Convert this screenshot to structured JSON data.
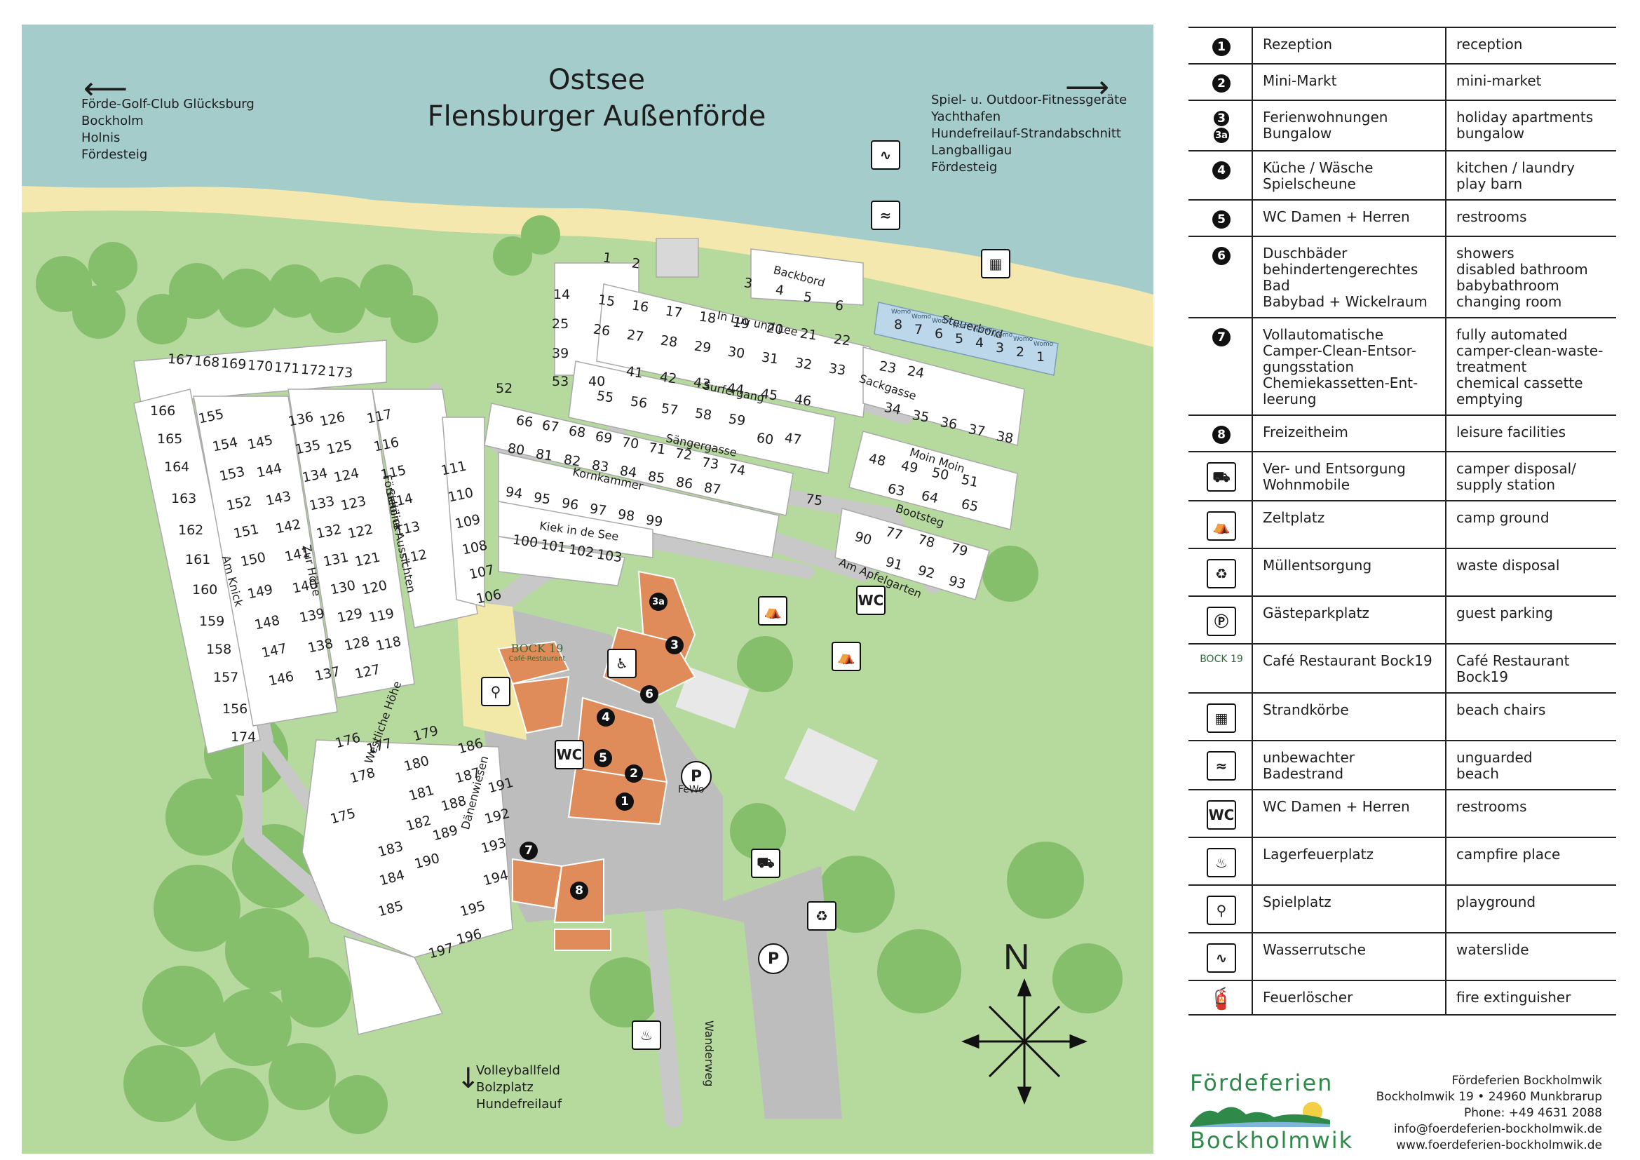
{
  "map": {
    "title_line1": "Ostsee",
    "title_line2": "Flensburger Außenförde",
    "left_destinations": [
      "Förde-Golf-Club Glücksburg",
      "Bockholm",
      "Holnis",
      "Fördesteig"
    ],
    "right_destinations": [
      "Spiel- u. Outdoor-Fitnessgeräte",
      "Yachthafen",
      "Hundefreilauf-Strandabschnitt",
      "Langballigau",
      "Fördesteig"
    ],
    "bottom_destinations": [
      "Volleyballfeld",
      "Bolzplatz",
      "Hundefreilauf"
    ],
    "compass_letter": "N",
    "streets": [
      "Backbord",
      "Steuerbord",
      "In Luv und Lee",
      "Surfergang",
      "Sackgasse",
      "Sängergasse",
      "Kornkammer",
      "Moin Moin",
      "Bootsteg",
      "Kiek in de See",
      "Am Apfelgarten",
      "Am Knick",
      "Zur Höhe",
      "Fördeblick",
      "Schöne Aussichten",
      "Westliche Höhe",
      "Dänenwiesen",
      "Wanderweg"
    ],
    "womo_label": "Womo",
    "womo_numbers": [
      "8",
      "7",
      "6",
      "5",
      "4",
      "3",
      "2",
      "1"
    ],
    "facility_numbers": [
      "1",
      "2",
      "3",
      "3a",
      "4",
      "5",
      "6",
      "7",
      "8"
    ],
    "parking_label": "P",
    "fewo_label": "FeWo",
    "wc_label": "WC",
    "cafe_label": "BOCK 19",
    "cafe_sub": "Café·Restaurant",
    "pitches": {
      "top_row": [
        "1",
        "2",
        "3",
        "4",
        "5",
        "6"
      ],
      "luv_row": [
        "15",
        "16",
        "17",
        "18",
        "19",
        "20",
        "21",
        "22"
      ],
      "luv_row2": [
        "26",
        "27",
        "28",
        "29",
        "30",
        "31",
        "32",
        "33"
      ],
      "surfer_row": [
        "41",
        "42",
        "43",
        "44",
        "45",
        "46"
      ],
      "surfer_row2": [
        "55",
        "56",
        "57",
        "58",
        "59",
        "60",
        "47"
      ],
      "saenger_row": [
        "66",
        "67",
        "68",
        "69",
        "70",
        "71",
        "72",
        "73",
        "74",
        "75"
      ],
      "korn_row": [
        "80",
        "81",
        "82",
        "83",
        "84",
        "85",
        "86",
        "87"
      ],
      "korn_row2": [
        "94",
        "95",
        "96",
        "97",
        "98",
        "99"
      ],
      "kiek_row": [
        "100",
        "101",
        "102",
        "103"
      ],
      "left_col": [
        "14",
        "25",
        "39",
        "53",
        "40",
        "52"
      ],
      "east_a": [
        "23",
        "24",
        "34",
        "35",
        "36",
        "37",
        "38"
      ],
      "east_b": [
        "48",
        "49",
        "50",
        "51",
        "63",
        "64",
        "65"
      ],
      "east_c": [
        "90",
        "77",
        "78",
        "79",
        "91",
        "92",
        "93"
      ],
      "top_west": [
        "167",
        "168",
        "169",
        "170",
        "171",
        "172",
        "173"
      ],
      "far_west": [
        "166",
        "165",
        "164",
        "163",
        "162",
        "161",
        "160",
        "159",
        "158",
        "157",
        "156",
        "174"
      ],
      "west_inner": [
        "155",
        "154",
        "153",
        "152",
        "151",
        "150",
        "149",
        "148",
        "147",
        "146",
        "145",
        "144",
        "143",
        "142",
        "141",
        "140",
        "139",
        "138",
        "137"
      ],
      "mid_col": [
        "136",
        "135",
        "134",
        "133",
        "132",
        "131",
        "130",
        "129",
        "128",
        "127",
        "126",
        "125",
        "124",
        "123",
        "122",
        "121",
        "120",
        "119",
        "118"
      ],
      "right_col": [
        "117",
        "116",
        "115",
        "114",
        "113",
        "112",
        "111",
        "110",
        "109",
        "108",
        "107",
        "106"
      ],
      "south_loop": [
        "176",
        "177",
        "178",
        "175",
        "179",
        "180",
        "181",
        "182",
        "183",
        "184",
        "185",
        "186",
        "187",
        "188",
        "189",
        "190",
        "191",
        "192",
        "193",
        "194",
        "195",
        "196",
        "197"
      ]
    }
  },
  "legend": [
    {
      "icon": "badge",
      "badge": "1",
      "de": "Rezeption",
      "en": "reception"
    },
    {
      "icon": "badge",
      "badge": "2",
      "de": "Mini-Markt",
      "en": "mini-market"
    },
    {
      "icon": "badge-stack",
      "badge": "3",
      "badge2": "3a",
      "de": "Ferienwohnungen\nBungalow",
      "en": "holiday apartments\nbungalow"
    },
    {
      "icon": "badge",
      "badge": "4",
      "de": "Küche / Wäsche\nSpielscheune",
      "en": "kitchen /  laundry\nplay barn"
    },
    {
      "icon": "badge",
      "badge": "5",
      "de": "WC Damen + Herren",
      "en": "restrooms"
    },
    {
      "icon": "badge",
      "badge": "6",
      "de": "Duschbäder\nbehindertengerechtes Bad\nBabybad + Wickelraum",
      "en": "showers\ndisabled bathroom\nbabybathroom\nchanging room"
    },
    {
      "icon": "badge",
      "badge": "7",
      "de": "Vollautomatische\nCamper-Clean-Entsor-\ngungsstation\nChemiekassetten-Ent-\nleerung",
      "en": "fully automated\ncamper-clean-waste-\ntreatment\nchemical cassette\nemptying"
    },
    {
      "icon": "badge",
      "badge": "8",
      "de": "Freizeitheim",
      "en": "leisure facilities"
    },
    {
      "icon": "camper-icon",
      "glyph": "⛟",
      "de": "Ver- und Entsorgung\nWohnmobile",
      "en": "camper disposal/\nsupply station"
    },
    {
      "icon": "tent-icon",
      "glyph": "⛺",
      "de": "Zeltplatz",
      "en": "camp ground"
    },
    {
      "icon": "waste-icon",
      "glyph": "♻",
      "de": "Müllentsorgung",
      "en": "waste disposal"
    },
    {
      "icon": "parking-icon",
      "glyph": "Ⓟ",
      "de": "Gästeparkplatz",
      "en": "guest parking"
    },
    {
      "icon": "cafe-logo-icon",
      "glyph": "BOCK 19",
      "de": "Café Restaurant Bock19",
      "en": "Café Restaurant Bock19"
    },
    {
      "icon": "beach-chair-icon",
      "glyph": "▦",
      "de": "Strandkörbe",
      "en": "beach chairs"
    },
    {
      "icon": "swimmer-icon",
      "glyph": "≈",
      "de": "unbewachter\nBadestrand",
      "en": "unguarded\nbeach"
    },
    {
      "icon": "wc-icon",
      "glyph": "WC",
      "de": "WC Damen + Herren",
      "en": "restrooms"
    },
    {
      "icon": "campfire-icon",
      "glyph": "♨",
      "de": "Lagerfeuerplatz",
      "en": "campfire place"
    },
    {
      "icon": "playground-icon",
      "glyph": "⚲",
      "de": "Spielplatz",
      "en": "playground"
    },
    {
      "icon": "waterslide-icon",
      "glyph": "∿",
      "de": "Wasserrutsche",
      "en": "waterslide"
    },
    {
      "icon": "fire-extinguisher-icon",
      "glyph": "🧯",
      "de": "Feuerlöscher",
      "en": "fire extinguisher"
    }
  ],
  "footer": {
    "logo_line1": "Fördeferien",
    "logo_line2": "Bockholmwik",
    "company": "Fördeferien Bockholmwik",
    "address": "Bockholmwik 19 • 24960 Munkbrarup",
    "phone": "Phone: +49 4631 2088",
    "email": "info@foerdeferien-bockholmwik.de",
    "web": "www.foerdeferien-bockholmwik.de"
  }
}
